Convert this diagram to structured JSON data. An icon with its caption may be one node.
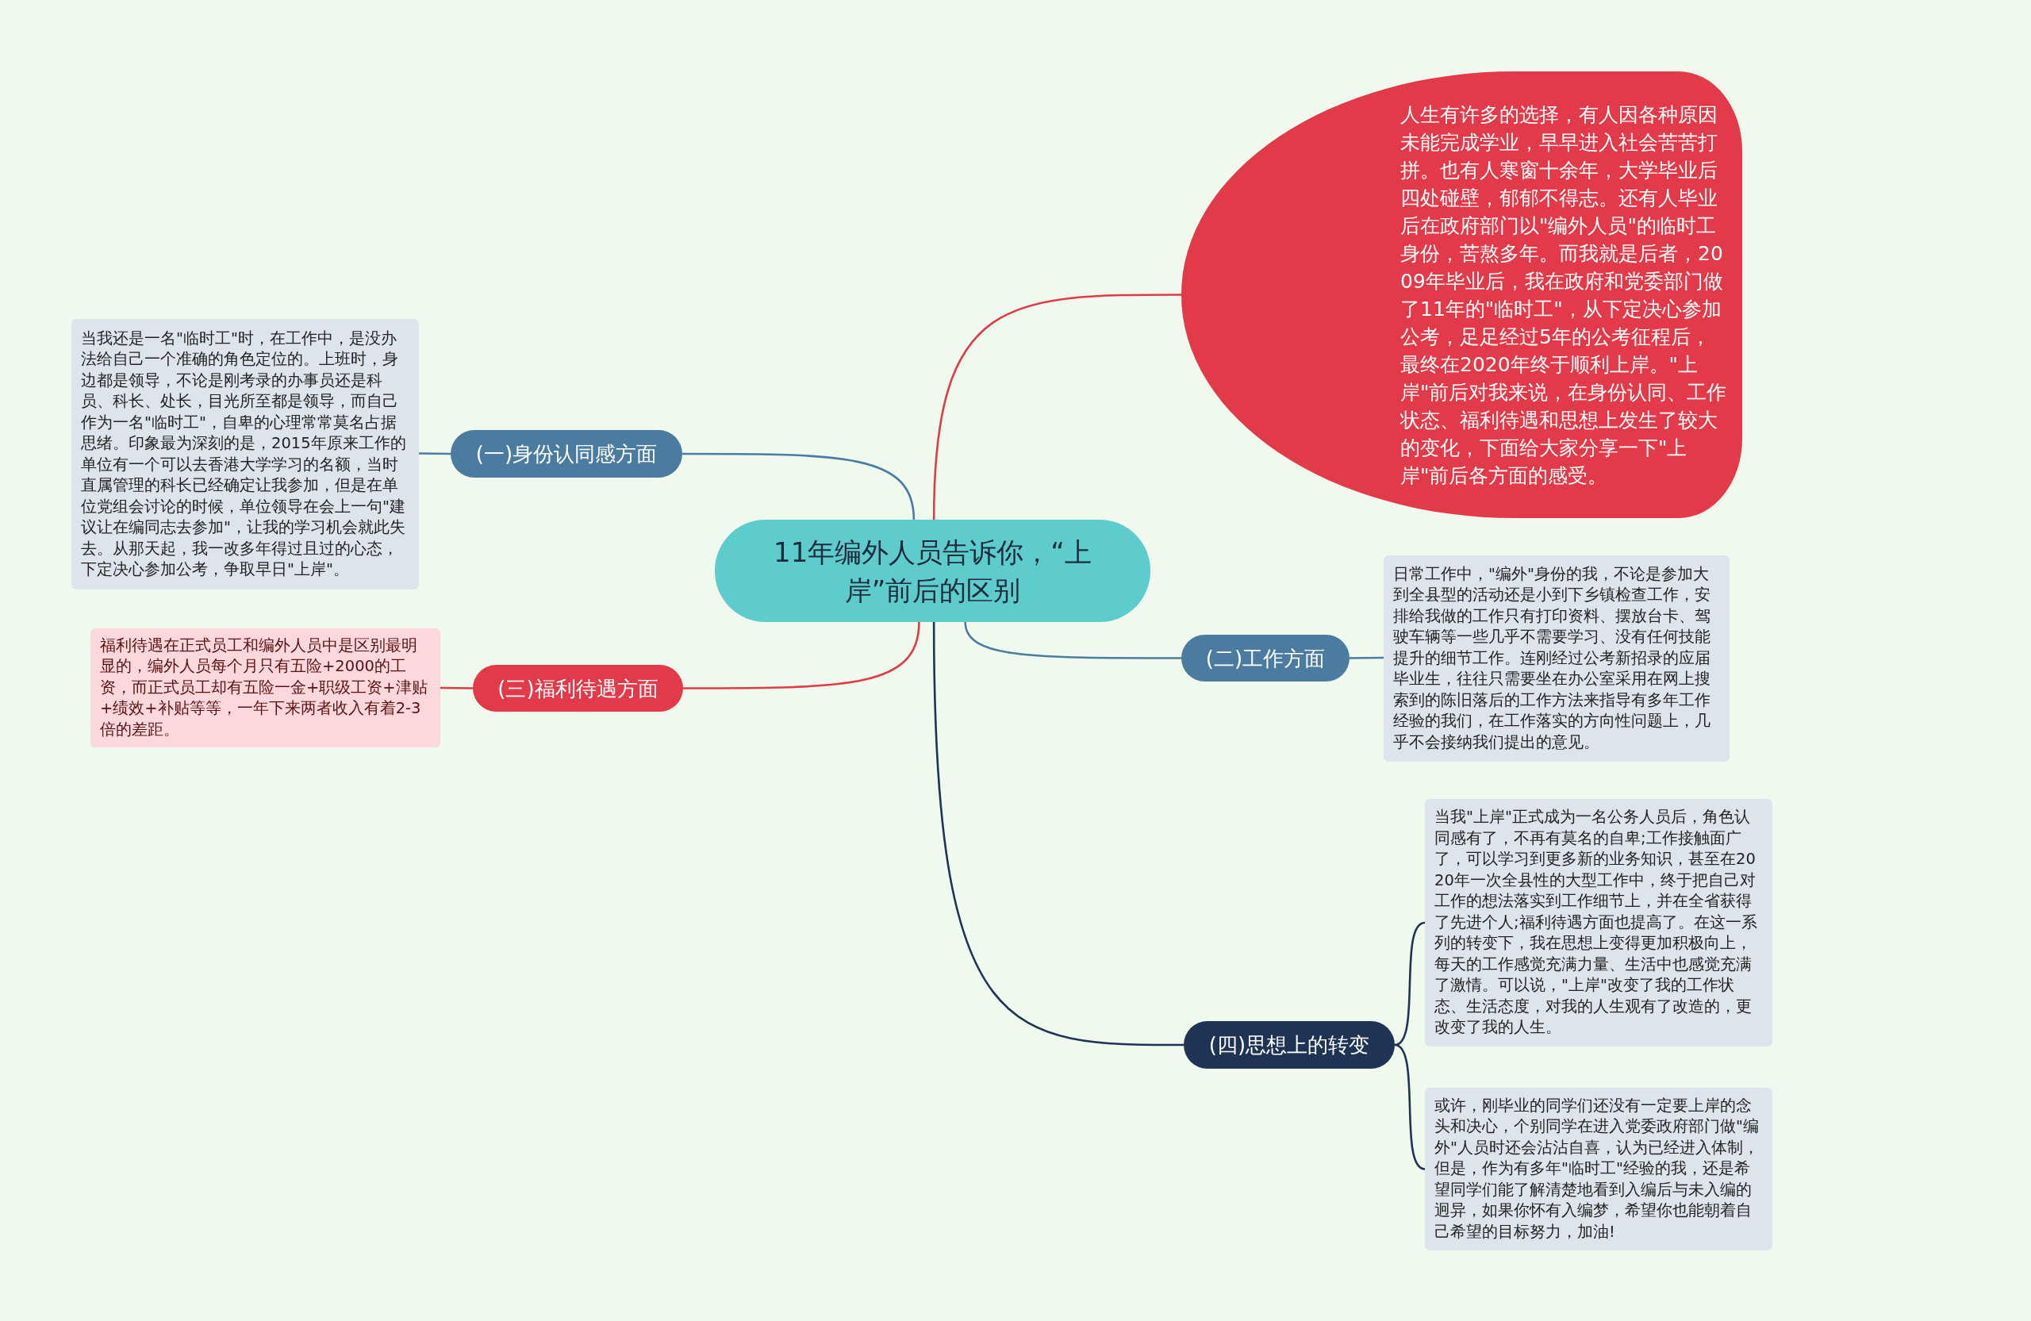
{
  "diagram": {
    "nodes": [
      {
        "text": [
          "11年编外人员告诉你，“上岸”前后的区别"
        ]
      },
      {
        "text": [
          "人生有许多的选择，有人因各种原因未能完成学业，早早进入社会苦苦打拼。也有人寒窗十余年，大学毕业后四处碰壁，郁郁不得志。还有人毕业后在政府部门以\"编外人员\"的临时工身份，苦熬多年。而我就是后者，2009年毕业后，我在政府和党委部门做了11年的\"临时工\"，从下定决心参加公考，足足经过5年的公考征程后，最终在2020年终于顺利上岸。\"上岸\"前后对我来说，在身份认同、工作状态、福利待遇和思想上发生了较大的变化，下面给大家分享一下\"上岸\"前后各方面的感受。"
        ]
      },
      {
        "text": [
          "(一)身份认同感方面"
        ]
      },
      {
        "text": [
          "当我还是一名\"临时工\"时，在工作中，是没办法给自己一个准确的角色定位的。上班时，身边都是领导，不论是刚考录的办事员还是科员、科长、处长，目光所至都是领导，而自己作为一名\"临时工\"，自卑的心理常常莫名占据思绪。印象最为深刻的是，2015年原来工作的单位有一个可以去香港大学学习的名额，当时直属管理的科长已经确定让我参加，但是在单位党组会讨论的时候，单位领导在会上一句\"建议让在编同志去参加\"，让我的学习机会就此失去。从那天起，我一改多年得过且过的心态，下定决心参加公考，争取早日\"上岸\"。"
        ]
      },
      {
        "text": [
          "(二)工作方面"
        ]
      },
      {
        "text": [
          "日常工作中，\"编外\"身份的我，不论是参加大到全县型的活动还是小到下乡镇检查工作，安排给我做的工作只有打印资料、摆放台卡、驾驶车辆等一些几乎不需要学习、没有任何技能提升的细节工作。连刚经过公考新招录的应届毕业生，往往只需要坐在办公室采用在网上搜索到的陈旧落后的工作方法来指导有多年工作经验的我们，在工作落实的方向性问题上，几乎不会接纳我们提出的意见。"
        ]
      },
      {
        "text": [
          "(三)福利待遇方面"
        ]
      },
      {
        "text": [
          "福利待遇在正式员工和编外人员中是区别最明显的，编外人员每个月只有五险+2000的工资，而正式员工却有五险一金+职级工资+津贴+绩效+补贴等等，一年下来两者收入有着2-3倍的差距。"
        ]
      },
      {
        "text": [
          "(四)思想上的转变"
        ]
      },
      {
        "text": [
          "当我\"上岸\"正式成为一名公务人员后，角色认同感有了，不再有莫名的自卑;工作接触面广了，可以学习到更多新的业务知识，甚至在2020年一次全县性的大型工作中，终于把自己对工作的想法落实到工作细节上，并在全省获得了先进个人;福利待遇方面也提高了。在这一系列的转变下，我在思想上变得更加积极向上，每天的工作感觉充满力量、生活中也感觉充满了激情。可以说，\"上岸\"改变了我的工作状态、生活态度，对我的人生观有了改造的，更改变了我的人生。"
        ]
      },
      {
        "text": [
          "或许，刚毕业的同学们还没有一定要上岸的念头和决心，个别同学在进入党委政府部门做\"编外\"人员时还会沾沾自喜，认为已经进入体制，但是，作为有多年\"临时工\"经验的我，还是希望同学们能了解清楚地看到入编后与未入编的迥异，如果你怀有入编梦，希望你也能朝着自己希望的目标努力，加油!"
        ]
      }
    ],
    "edges": [
      {
        "from": 0,
        "to": 1,
        "arrow": "none",
        "color": "#e23a48"
      },
      {
        "from": 0,
        "to": 2,
        "arrow": "none",
        "color": "#4b7b9e"
      },
      {
        "from": 0,
        "to": 4,
        "arrow": "none",
        "color": "#4b7b9e"
      },
      {
        "from": 0,
        "to": 6,
        "arrow": "none",
        "color": "#e23a48"
      },
      {
        "from": 0,
        "to": 8,
        "arrow": "none",
        "color": "#1f3354"
      },
      {
        "from": 2,
        "to": 3,
        "arrow": "none",
        "color": "#4b7b9e"
      },
      {
        "from": 4,
        "to": 5,
        "arrow": "none",
        "color": "#4b7b9e"
      },
      {
        "from": 6,
        "to": 7,
        "arrow": "none",
        "color": "#e23a48"
      },
      {
        "from": 8,
        "to": 9,
        "arrow": "none",
        "color": "#1f3354"
      },
      {
        "from": 8,
        "to": 10,
        "arrow": "none",
        "color": "#1f3354"
      }
    ]
  }
}
